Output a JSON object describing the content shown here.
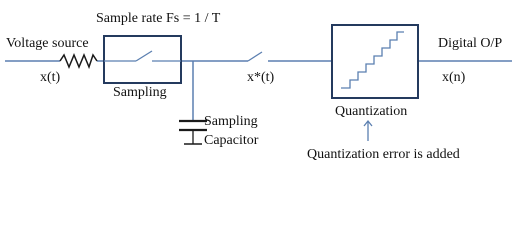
{
  "diagram": {
    "sample_rate_label": "Sample rate Fs = 1 / T",
    "input_label": "Voltage source",
    "input_signal": "x(t)",
    "sampling_label": "Sampling",
    "capacitor_label_line1": "Sampling",
    "capacitor_label_line2": "Capacitor",
    "sampled_signal": "x*(t)",
    "quantization_label": "Quantization",
    "output_label": "Digital O/P",
    "output_signal": "x(n)",
    "error_note": "Quantization error is added",
    "colors": {
      "line": "#5b7fb0",
      "box": "#243a5e",
      "text": "#111111",
      "dark": "#1a1a1a"
    }
  }
}
